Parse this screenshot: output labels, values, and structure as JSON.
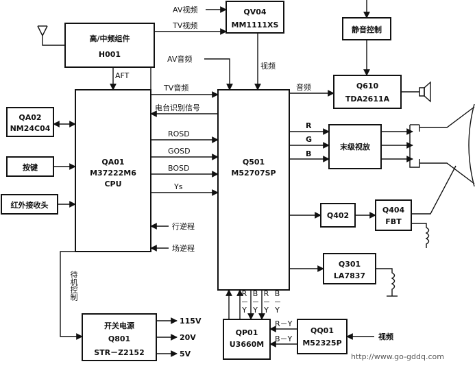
{
  "diagram": {
    "tuner": {
      "name": "高/中频组件",
      "id": "H001"
    },
    "eeprom": {
      "id": "QA02",
      "chip": "NM24C04"
    },
    "keys": {
      "label": "按键"
    },
    "ir": {
      "label": "红外接收头"
    },
    "cpu": {
      "id": "QA01",
      "chip": "M37222M6",
      "type": "CPU"
    },
    "psu": {
      "name": "开关电源",
      "id": "Q801",
      "chip": "STR－Z2152"
    },
    "qv04": {
      "id": "QV04",
      "chip": "MM1111XS"
    },
    "q501": {
      "id": "Q501",
      "chip": "M52707SP"
    },
    "mute": {
      "label": "静音控制"
    },
    "q610": {
      "id": "Q610",
      "chip": "TDA2611A"
    },
    "video_amp": {
      "label": "末级视放"
    },
    "q402": {
      "id": "Q402"
    },
    "q404": {
      "id": "Q404",
      "type": "FBT"
    },
    "q301": {
      "id": "Q301",
      "chip": "LA7837"
    },
    "qp01": {
      "id": "QP01",
      "chip": "U3660M"
    },
    "qq01": {
      "id": "QQ01",
      "chip": "M52325P"
    },
    "signals": {
      "av_video": "AV视频",
      "tv_video": "TV视频",
      "av_audio": "AV音频",
      "tv_audio": "TV音频",
      "video_to_q501": "视频",
      "audio_out": "音频",
      "aft": "AFT",
      "station_id": "电台识别信号",
      "rosd": "ROSD",
      "gosd": "GOSD",
      "bosd": "BOSD",
      "ys": "Ys",
      "h_flyback": "行逆程",
      "v_flyback": "场逆程",
      "r": "R",
      "g": "G",
      "b": "B",
      "standby": "待机控制",
      "v115": "115V",
      "v20": "20V",
      "v5": "5V",
      "ry_a": "R－Y",
      "by_a": "B－Y",
      "ry_b": "R－Y",
      "by_b": "B－Y",
      "ry_mid": "R－Y",
      "by_mid": "B－Y",
      "video_in": "视频"
    },
    "watermark": "http://www.go-gddq.com"
  }
}
